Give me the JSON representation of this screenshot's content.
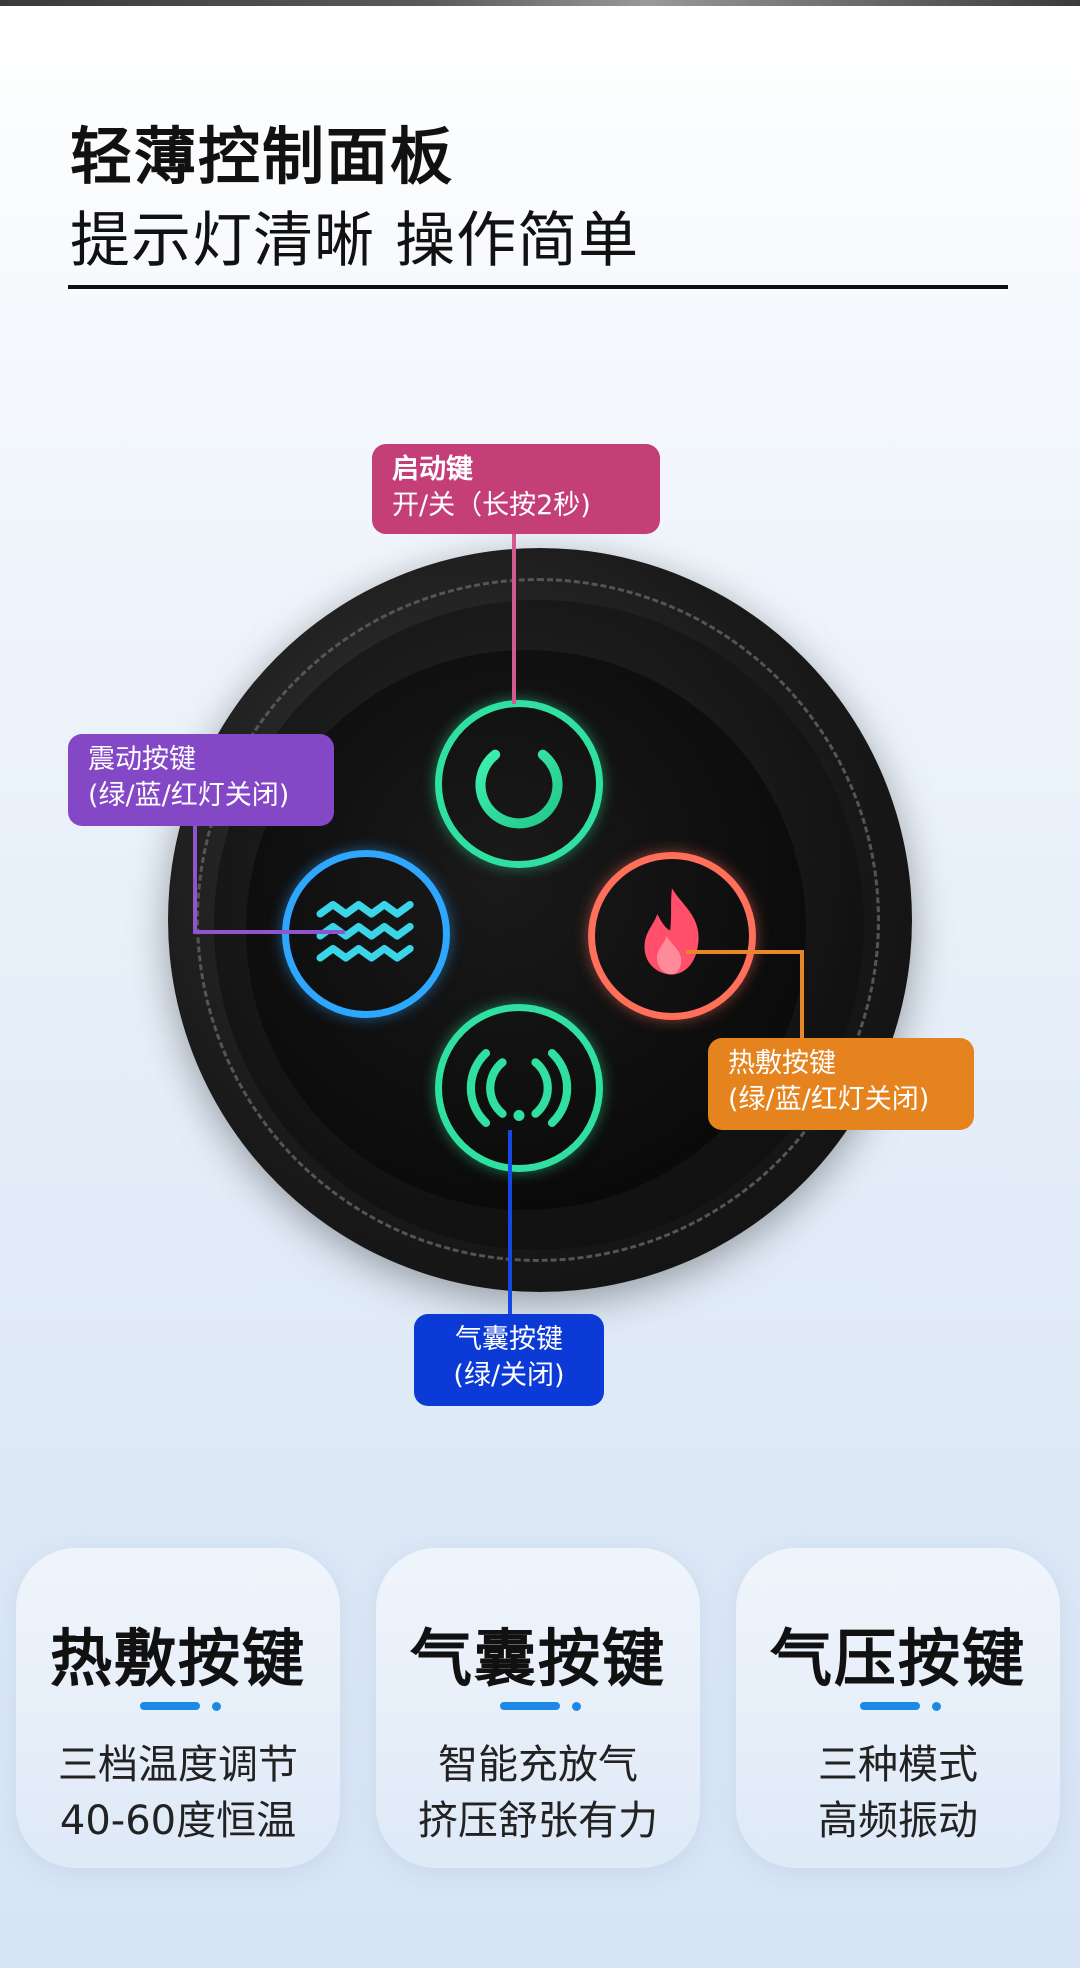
{
  "header": {
    "title": "轻薄控制面板",
    "subtitle": "提示灯清晰 操作简单"
  },
  "panel": {
    "power": {
      "title": "启动键",
      "desc": "开/关（长按2秒)",
      "icon": "power-icon",
      "color": "#2fe0a0"
    },
    "vibration": {
      "title": "震动按键",
      "desc": "(绿/蓝/红灯关闭)",
      "icon": "waves-icon",
      "color": "#2ea7ff"
    },
    "heat": {
      "title": "热敷按键",
      "desc": "(绿/蓝/红灯关闭)",
      "icon": "flame-icon",
      "color": "#ff5a6e"
    },
    "airbag": {
      "title": "气囊按键",
      "desc": "(绿/关闭)",
      "icon": "airbag-icon",
      "color": "#2fe0a0"
    }
  },
  "callout_colors": {
    "power": "#c43f78",
    "vibration": "#8447c6",
    "heat": "#e5831f",
    "airbag": "#0b3ad6"
  },
  "features": [
    {
      "title": "热敷按键",
      "line1": "三档温度调节",
      "line2": "40-60度恒温"
    },
    {
      "title": "气囊按键",
      "line1": "智能充放气",
      "line2": "挤压舒张有力"
    },
    {
      "title": "气压按键",
      "line1": "三种模式",
      "line2": "高频振动"
    }
  ]
}
